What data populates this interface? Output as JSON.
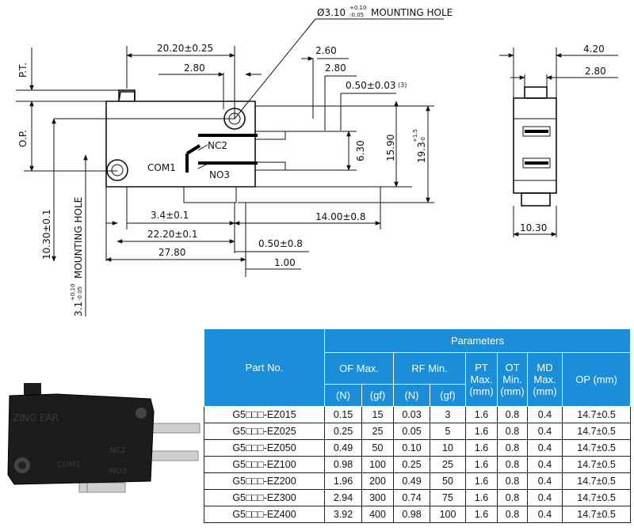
{
  "drawing": {
    "labels": {
      "mounting_hole_top": "Ø3.10",
      "mounting_hole_top_tol_plus": "+0.10",
      "mounting_hole_top_tol_minus": "-0.05",
      "mounting_hole_top_text": "MOUNTING HOLE",
      "pt": "P.T.",
      "op": "O.P.",
      "com1": "COM1",
      "nc2": "NC2",
      "no3": "NO3",
      "dim_20_20": "20.20±0.25",
      "dim_2_80_a": "2.80",
      "dim_2_60": "2.60",
      "dim_2_80_b": "2.80",
      "dim_0_50_top": "0.50±0.03",
      "dim_0_50_top_note": "(3)",
      "dim_6_30": "6.30",
      "dim_15_90": "15.90",
      "dim_19_3": "19.3",
      "dim_19_3_tol_plus": "+1.5",
      "dim_19_3_tol_minus": "-0",
      "dim_10_30_left": "10.30±0.1",
      "dim_3_1_hole": "3.1",
      "dim_3_1_hole_tol_plus": "+0.10",
      "dim_3_1_hole_tol_minus": "-0.05",
      "dim_3_1_hole_text": "MOUNTING HOLE",
      "dim_3_4": "3.4±0.1",
      "dim_14_00": "14.00±0.8",
      "dim_22_20": "22.20±0.1",
      "dim_0_50_bottom": "0.50±0.8",
      "dim_27_80": "27.80",
      "dim_1_00": "1.00",
      "dim_4_20": "4.20",
      "dim_2_80_side": "2.80",
      "dim_10_30_side": "10.30"
    }
  },
  "photo": {
    "brand": "ZING EAR",
    "com": "COM1",
    "nc": "NC2",
    "no": "NO3"
  },
  "table": {
    "headers": {
      "part_no": "Part No.",
      "parameters": "Parameters",
      "of_max": "OF Max.",
      "rf_min": "RF Min.",
      "pt_max": "PT Max. (mm)",
      "ot_min": "OT Min. (mm)",
      "md_max": "MD Max. (mm)",
      "op": "OP (mm)",
      "unit_n": "(N)",
      "unit_gf": "(gf)"
    },
    "rows": [
      {
        "part": "G5□□□-EZ015",
        "of_n": "0.15",
        "of_gf": "15",
        "rf_n": "0.03",
        "rf_gf": "3",
        "pt": "1.6",
        "ot": "0.8",
        "md": "0.4",
        "op": "14.7±0.5"
      },
      {
        "part": "G5□□□-EZ025",
        "of_n": "0.25",
        "of_gf": "25",
        "rf_n": "0.05",
        "rf_gf": "5",
        "pt": "1.6",
        "ot": "0.8",
        "md": "0.4",
        "op": "14.7±0.5"
      },
      {
        "part": "G5□□□-EZ050",
        "of_n": "0.49",
        "of_gf": "50",
        "rf_n": "0.10",
        "rf_gf": "10",
        "pt": "1.6",
        "ot": "0.8",
        "md": "0.4",
        "op": "14.7±0.5"
      },
      {
        "part": "G5□□□-EZ100",
        "of_n": "0.98",
        "of_gf": "100",
        "rf_n": "0.25",
        "rf_gf": "25",
        "pt": "1.6",
        "ot": "0.8",
        "md": "0.4",
        "op": "14.7±0.5"
      },
      {
        "part": "G5□□□-EZ200",
        "of_n": "1.96",
        "of_gf": "200",
        "rf_n": "0.49",
        "rf_gf": "50",
        "pt": "1.6",
        "ot": "0.8",
        "md": "0.4",
        "op": "14.7±0.5"
      },
      {
        "part": "G5□□□-EZ300",
        "of_n": "2.94",
        "of_gf": "300",
        "rf_n": "0.74",
        "rf_gf": "75",
        "pt": "1.6",
        "ot": "0.8",
        "md": "0.4",
        "op": "14.7±0.5"
      },
      {
        "part": "G5□□□-EZ400",
        "of_n": "3.92",
        "of_gf": "400",
        "rf_n": "0.98",
        "rf_gf": "100",
        "pt": "1.6",
        "ot": "0.8",
        "md": "0.4",
        "op": "14.7±0.5"
      }
    ]
  },
  "colors": {
    "header_blue": "#1a8ed9",
    "switch_body": "#1c1c1c",
    "terminal_metal": "#c9c9c9"
  }
}
